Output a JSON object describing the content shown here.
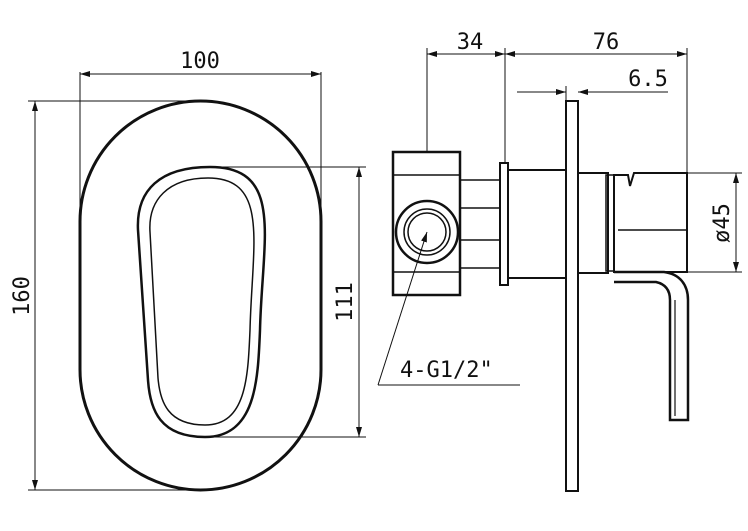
{
  "front_view": {
    "width_label": "100",
    "height_label": "160",
    "handle_height_label": "111"
  },
  "side_view": {
    "body_depth_label": "34",
    "projection_label": "76",
    "plate_offset_label": "6.5",
    "diameter_label": "ø45",
    "connection_label": "4-G1/2\""
  },
  "colors": {
    "line": "#111111",
    "background": "#ffffff"
  }
}
